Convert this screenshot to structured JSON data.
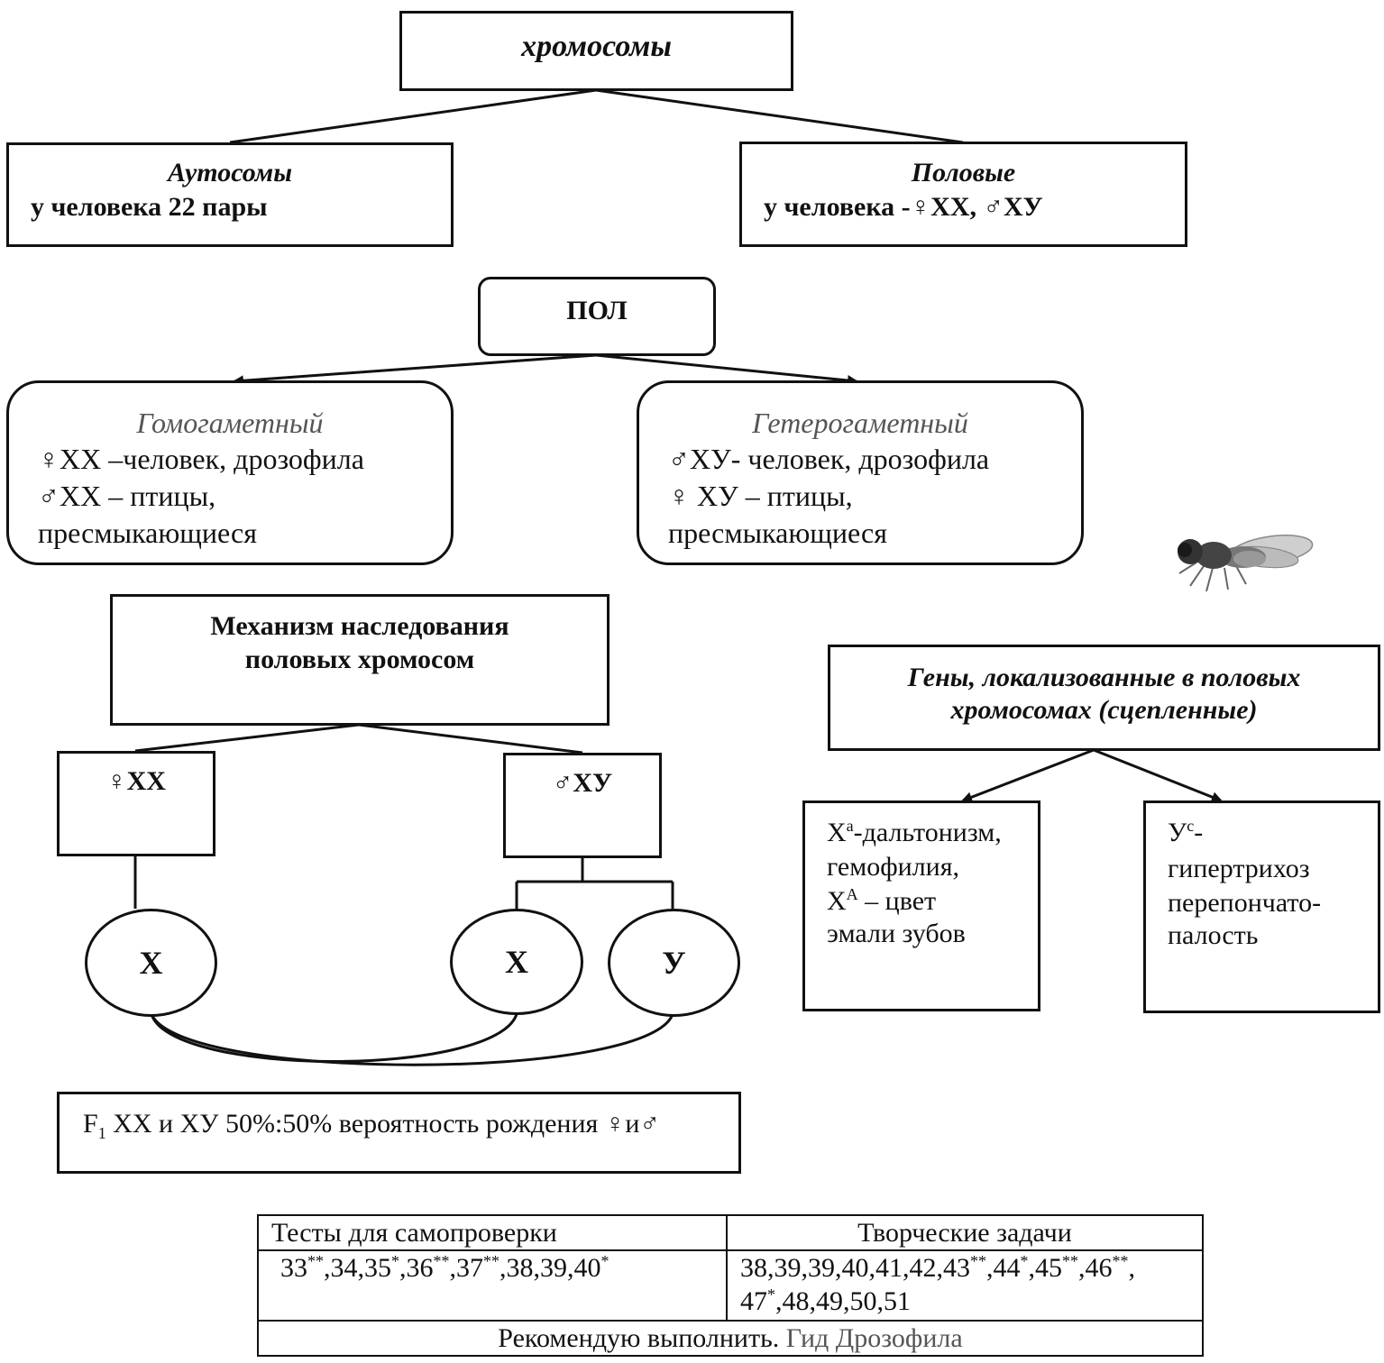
{
  "chromosomes": {
    "title": "хромосомы",
    "autosomes": {
      "title": "Аутосомы",
      "text": "у человека 22 пары"
    },
    "sex": {
      "title": "Половые",
      "text": "у человека -♀ХХ, ♂ХУ"
    }
  },
  "sex": {
    "title": "ПОЛ",
    "homogametic": {
      "title": "Гомогаметный",
      "lines": [
        "♀ХХ –человек, дрозофила",
        "♂ХХ – птицы,",
        "пресмыкающиеся"
      ]
    },
    "heterogametic": {
      "title": "Гетерогаметный",
      "lines": [
        "♂ХУ- человек, дрозофила",
        "♀ ХУ – птицы,",
        "пресмыкающиеся"
      ]
    }
  },
  "mechanism": {
    "title_line1": "Механизм наследования",
    "title_line2": "половых хромосом",
    "female": "♀ХХ",
    "male": "♂ХУ",
    "gamete_female": "Х",
    "gamete_male_x": "Х",
    "gamete_male_y": "У",
    "f1_prefix": "F",
    "f1_sub": "1",
    "f1_text": " ХХ  и  ХУ 50%:50% вероятность рождения ♀и♂"
  },
  "linked_genes": {
    "title_line1": "Гены, локализованные в половых",
    "title_line2": "хромосомах (сцепленные)",
    "x_box": {
      "line1_base": "Х",
      "line1_sup": "а",
      "line1_rest": "-дальтонизм,",
      "line2": "гемофилия,",
      "line3_base": "Х",
      "line3_sup": "А",
      "line3_rest": " – цвет",
      "line4": "эмали зубов"
    },
    "y_box": {
      "line1_base": "У",
      "line1_sup": "с",
      "line1_rest": "-",
      "line2": "гипертрихоз",
      "line3": "перепончато-",
      "line4": "палость"
    }
  },
  "table": {
    "col1_header": "Тесты для самопроверки",
    "col2_header": "Творческие задачи",
    "tests": [
      {
        "n": "33",
        "s": "**"
      },
      {
        "n": "34",
        "s": ""
      },
      {
        "n": "35",
        "s": "*"
      },
      {
        "n": "36",
        "s": "**"
      },
      {
        "n": "37",
        "s": "**"
      },
      {
        "n": "38",
        "s": ""
      },
      {
        "n": "39",
        "s": ""
      },
      {
        "n": "40",
        "s": "*"
      }
    ],
    "tasks_line1": [
      {
        "n": "38",
        "s": ""
      },
      {
        "n": "39",
        "s": ""
      },
      {
        "n": "39",
        "s": ""
      },
      {
        "n": "40",
        "s": ""
      },
      {
        "n": "41",
        "s": ""
      },
      {
        "n": "42",
        "s": ""
      },
      {
        "n": "43",
        "s": "**"
      },
      {
        "n": "44",
        "s": "*"
      },
      {
        "n": "45",
        "s": "**"
      },
      {
        "n": "46",
        "s": "**"
      }
    ],
    "tasks_line2": [
      {
        "n": "47",
        "s": "*"
      },
      {
        "n": "48",
        "s": ""
      },
      {
        "n": "49",
        "s": ""
      },
      {
        "n": "50",
        "s": ""
      },
      {
        "n": "51",
        "s": ""
      }
    ],
    "footer_main": "Рекомендую выполнить.",
    "footer_link": "Гид Дрозофила"
  }
}
